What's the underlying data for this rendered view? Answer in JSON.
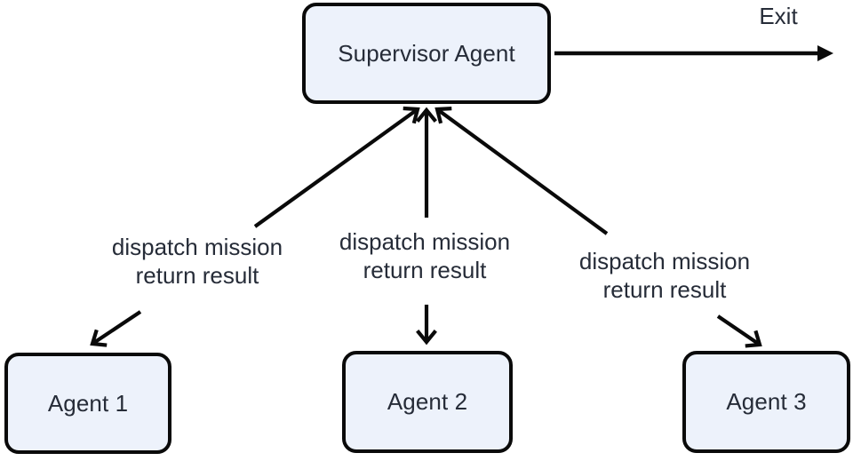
{
  "nodes": {
    "supervisor": {
      "label": "Supervisor Agent"
    },
    "agent1": {
      "label": "Agent 1"
    },
    "agent2": {
      "label": "Agent 2"
    },
    "agent3": {
      "label": "Agent 3"
    }
  },
  "edges": {
    "exit": {
      "label": "Exit"
    },
    "agent1": {
      "label": "dispatch mission\nreturn result"
    },
    "agent2": {
      "label": "dispatch mission\nreturn result"
    },
    "agent3": {
      "label": "dispatch mission\nreturn result"
    }
  },
  "colors": {
    "node_fill": "#edf2fb",
    "node_border": "#0a0a0a",
    "arrow": "#0a0a0a",
    "text": "#262c38",
    "background": "#ffffff"
  }
}
